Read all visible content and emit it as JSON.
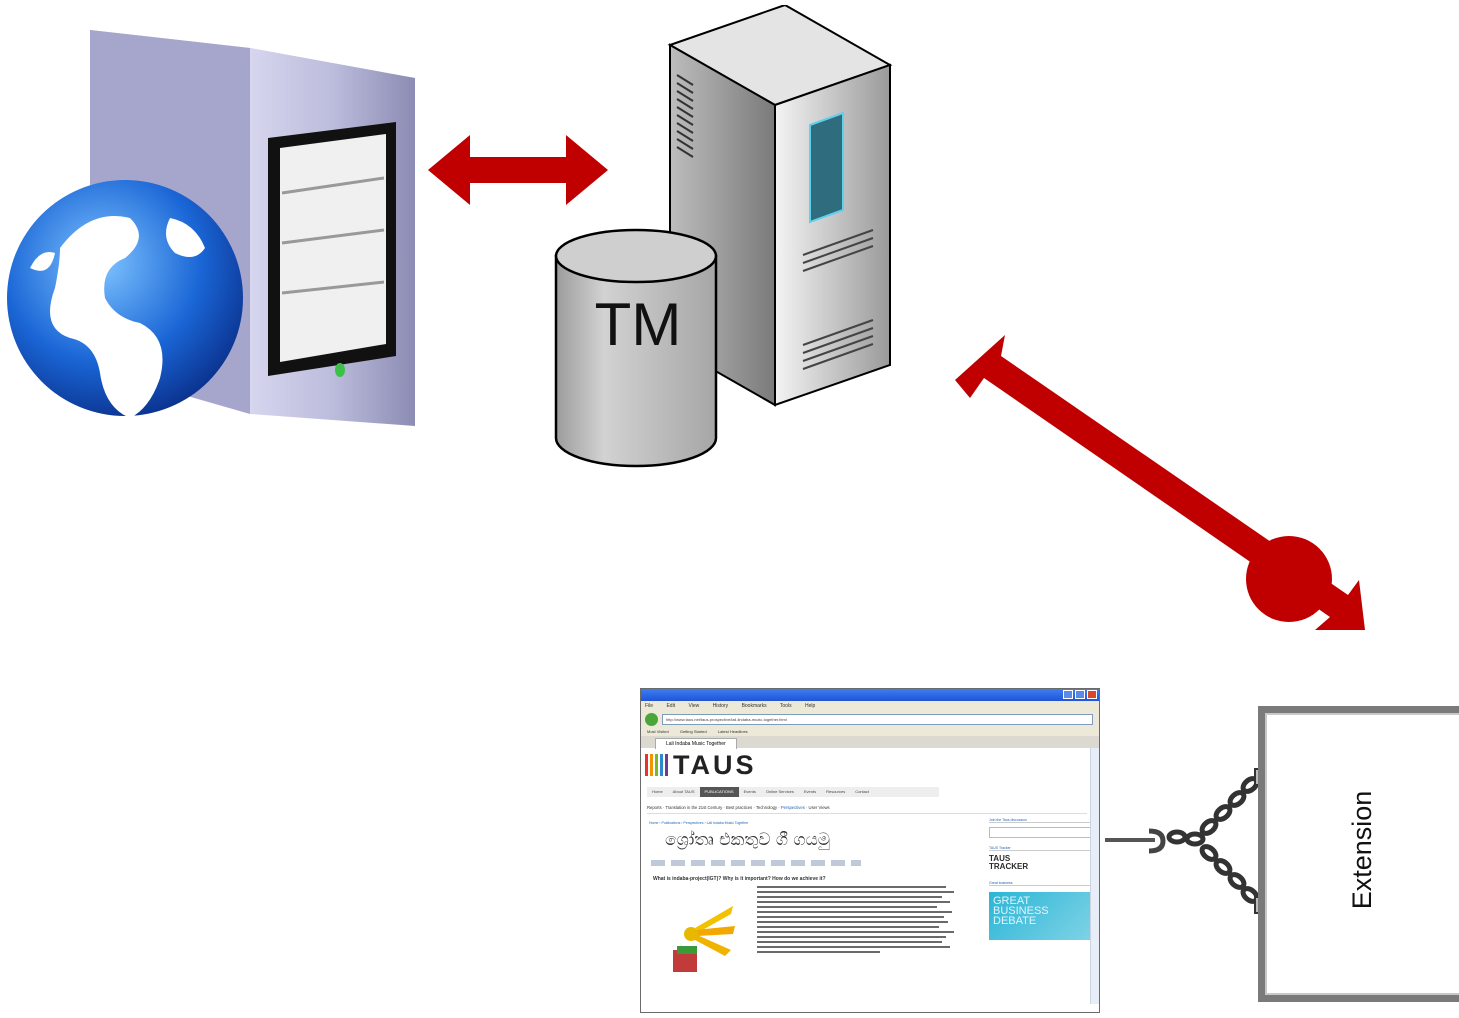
{
  "diagram": {
    "tm_label": "TM",
    "extension_label": "Extension",
    "colors": {
      "arrow": "#c00000",
      "tm_cylinder": "#b3b3b3",
      "server_body": "#a9a9c9"
    }
  },
  "browser": {
    "menu": [
      "File",
      "Edit",
      "View",
      "History",
      "Bookmarks",
      "Tools",
      "Help"
    ],
    "url": "http://www.taus.net/taus-prospective/lali-lindaba-muzic-together.html",
    "favorites": [
      "Most Visited",
      "Getting Started",
      "Latest Headlines"
    ],
    "tab_title": "Lali Indaba Music Together",
    "logo": "TAUS",
    "nav": [
      "Home",
      "About TAUS",
      "PUBLICATIONS",
      "Events",
      "Online Services",
      "Events",
      "Resources",
      "Contact"
    ],
    "subnav": [
      "Reports",
      "Translation in the 21st Century",
      "Best practices",
      "Technology",
      "Perspectives",
      "User Views"
    ],
    "breadcrumb": "Home › Publications › Perspectives › Lali Indaba Music Together",
    "headline": "ශ්‍රෝතෘ එකතුව ගී ගයමු",
    "question": "What is indaba-project(IGT)? Why is it important? How do we achieve it?",
    "sidebar": {
      "search_label": "Join the Taus discussion",
      "tracker_label": "TAUS Tracker",
      "tracker": [
        "TAUS",
        "TRACKER"
      ],
      "ad_label": "Great business",
      "ad": [
        "GREAT",
        "BUSINESS",
        "DEBATE"
      ]
    }
  }
}
